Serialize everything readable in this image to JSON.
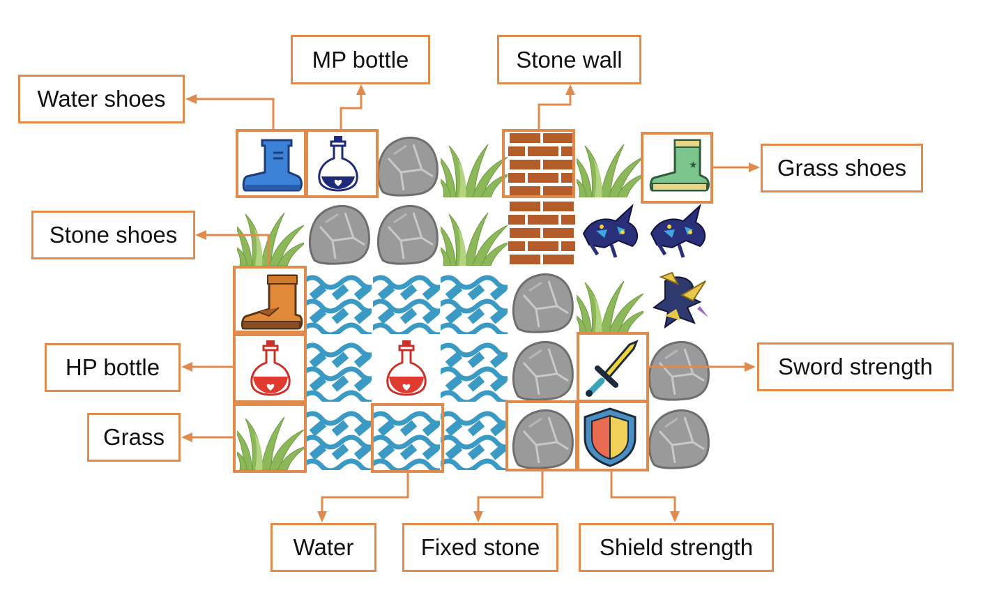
{
  "colors": {
    "accent": "#e08a4c"
  },
  "labels": {
    "water_shoes": "Water shoes",
    "mp_bottle": "MP bottle",
    "stone_wall": "Stone wall",
    "grass_shoes": "Grass shoes",
    "stone_shoes": "Stone shoes",
    "hp_bottle": "HP bottle",
    "grass": "Grass",
    "sword_strength": "Sword strength",
    "water": "Water",
    "fixed_stone": "Fixed stone",
    "shield_strength": "Shield strength"
  },
  "grid": {
    "rows": [
      [
        "water-shoes",
        "mp-bottle",
        "stone",
        "grass",
        "wall",
        "grass",
        "grass-shoes"
      ],
      [
        "grass",
        "stone",
        "stone",
        "grass",
        "wall",
        "monster-blue",
        "monster-blue"
      ],
      [
        "stone-shoes",
        "water",
        "water",
        "water",
        "stone",
        "grass",
        "monster-gold"
      ],
      [
        "hp-bottle",
        "water",
        "hp-bottle",
        "water",
        "stone",
        "sword",
        "stone"
      ],
      [
        "grass",
        "water",
        "water",
        "water",
        "stone",
        "shield",
        "stone"
      ]
    ]
  }
}
